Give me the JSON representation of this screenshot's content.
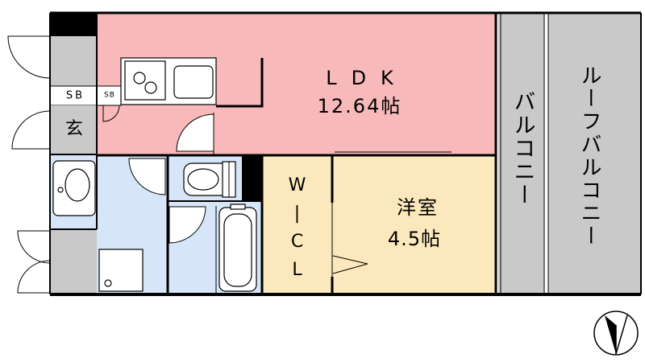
{
  "colors": {
    "ldk": "#f8b9ba",
    "wet_area": "#d6e5f8",
    "closet": "#fbe9bd",
    "western_room": "#fbe9bd",
    "gray_area": "#c9c9c9",
    "wall": "#000000"
  },
  "ldk": {
    "label": "LDK",
    "size": "12.64帖"
  },
  "storage": {
    "sb_left": "SB",
    "sb_right": "SB"
  },
  "entrance": {
    "label": "玄"
  },
  "walk_in_closet": {
    "label": "W|CL"
  },
  "western_room": {
    "label": "洋室",
    "size": "4.5帖"
  },
  "balcony": {
    "label": "バルコニー"
  },
  "roof_balcony": {
    "label": "ルーフバルコニー"
  },
  "compass": {
    "icon": "north-arrow-icon"
  }
}
